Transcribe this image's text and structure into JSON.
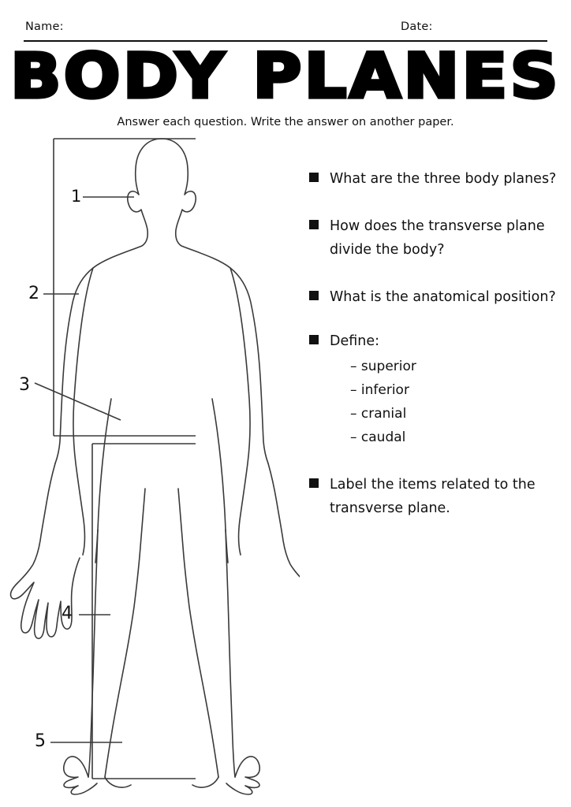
{
  "header": {
    "name_label": "Name:",
    "date_label": "Date:"
  },
  "title": "BODY PLANES",
  "instruction": "Answer each question. Write the answer on another paper.",
  "figure": {
    "caption": "body-outline-diagram",
    "labels": [
      {
        "id": "1",
        "text": "1"
      },
      {
        "id": "2",
        "text": "2"
      },
      {
        "id": "3",
        "text": "3"
      },
      {
        "id": "4",
        "text": "4"
      },
      {
        "id": "5",
        "text": "5"
      }
    ]
  },
  "questions": [
    {
      "text": "What are the three body planes?"
    },
    {
      "text": "How does the transverse plane divide the body?"
    },
    {
      "text": "What is the anatomical position?"
    },
    {
      "text": "Define:",
      "sub_items": [
        "– superior",
        "– inferior",
        "– cranial",
        "– caudal"
      ]
    },
    {
      "text": "Label the items related to the transverse plane."
    }
  ],
  "colors": {
    "ink": "#111111",
    "paper": "#ffffff",
    "outline": "#3a3a3a"
  }
}
